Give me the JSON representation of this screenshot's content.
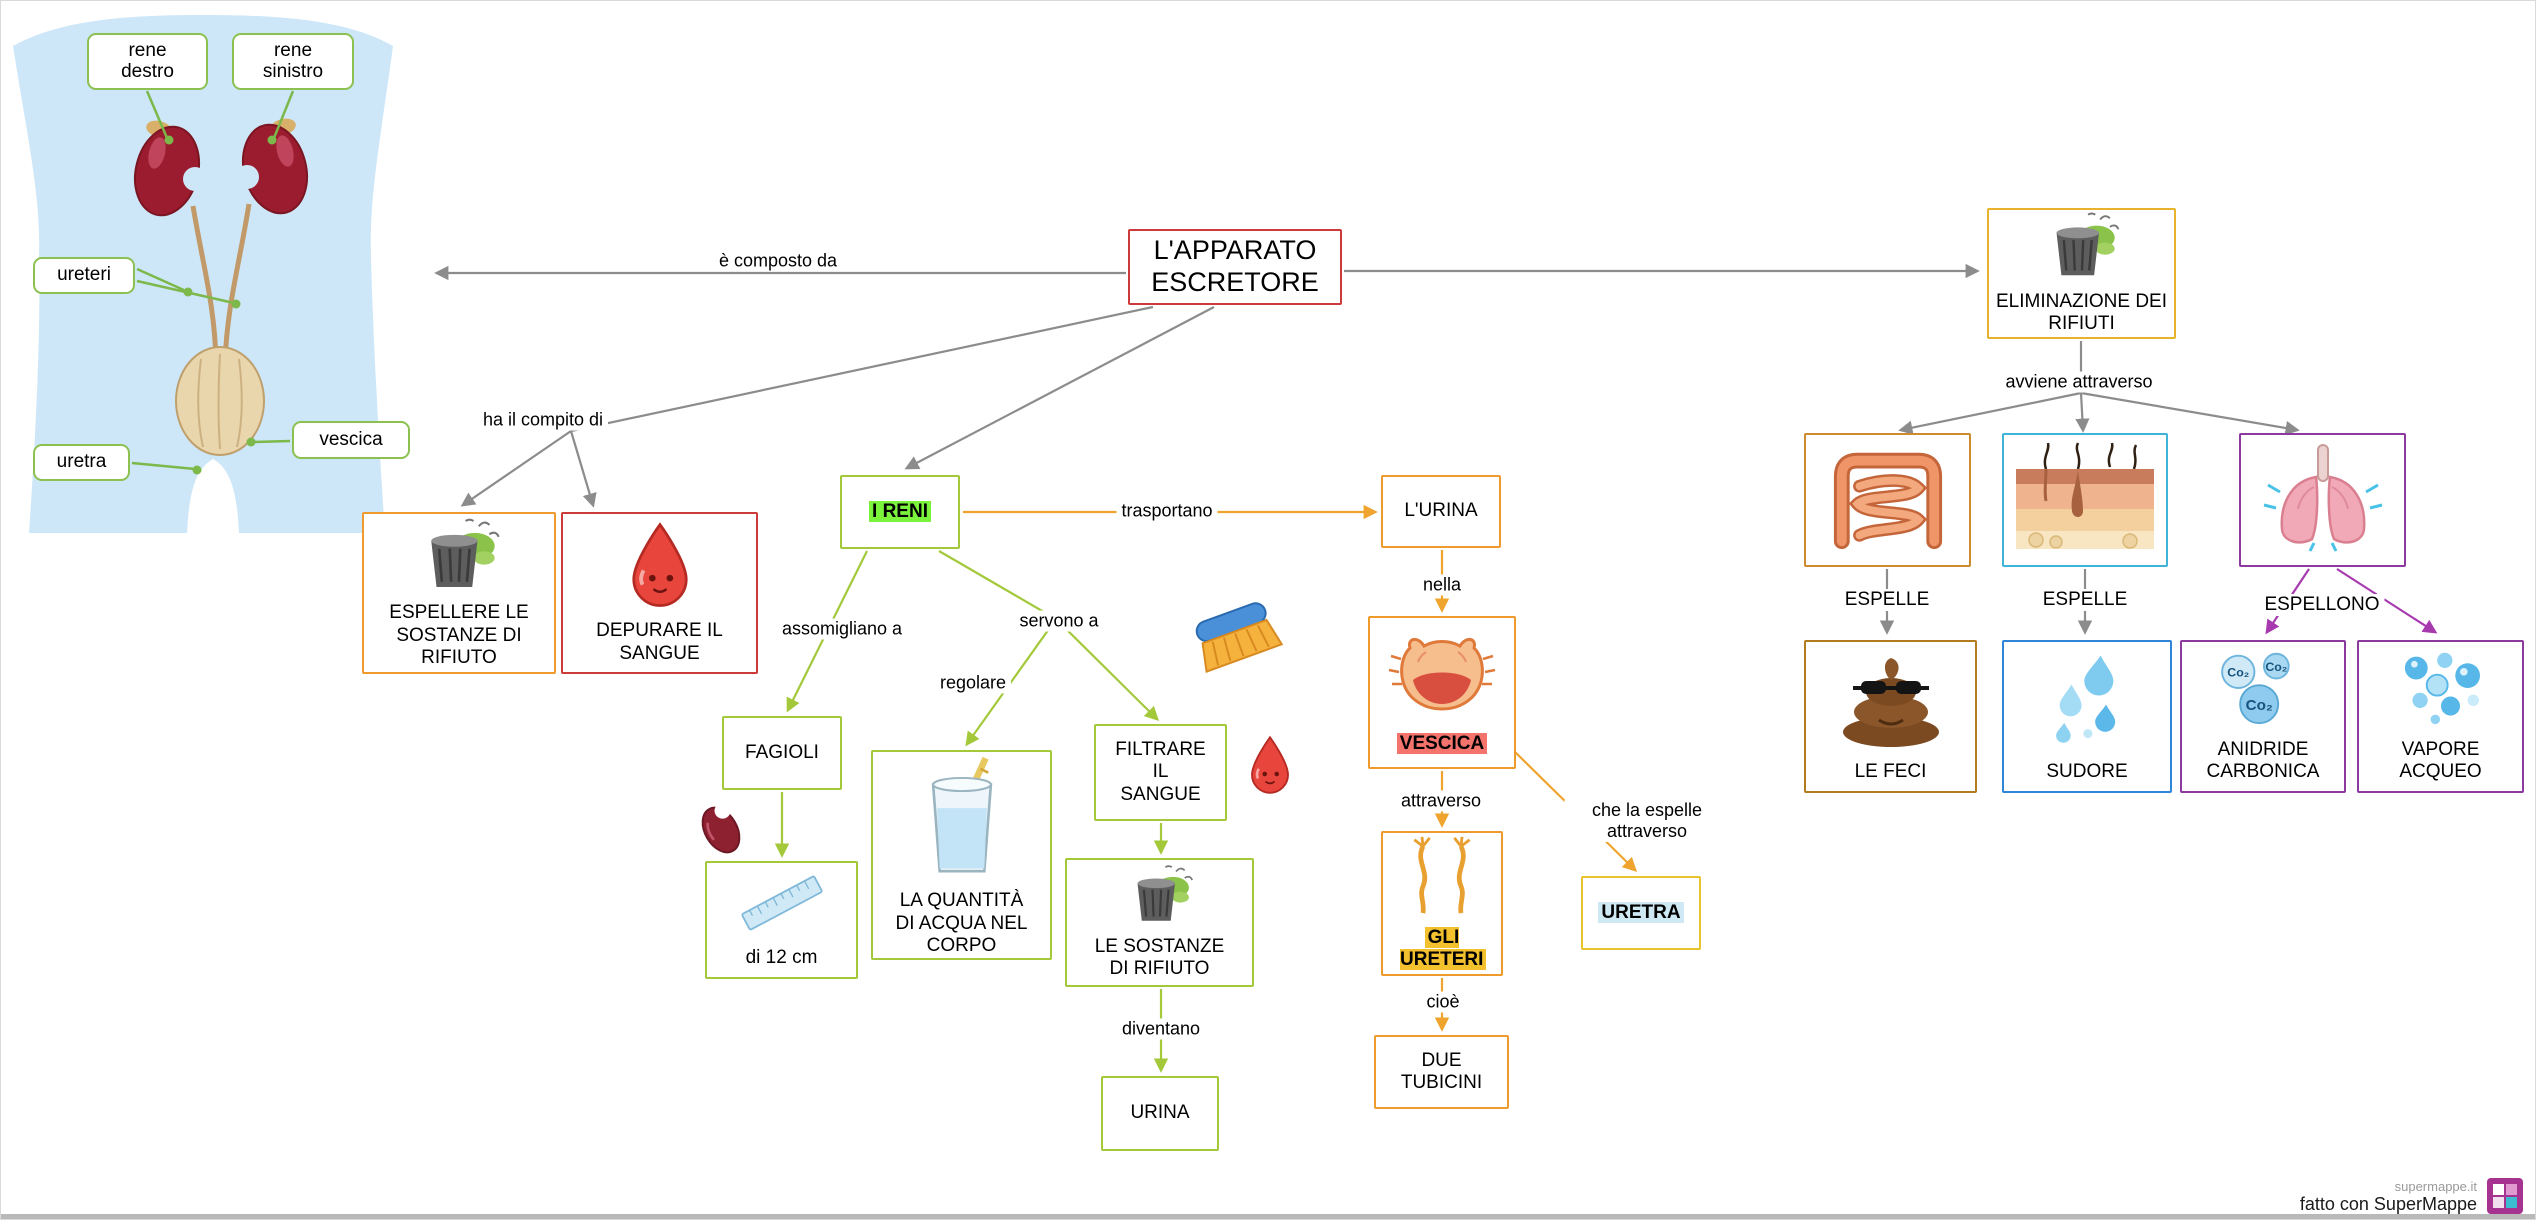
{
  "map": {
    "title": "L'APPARATO ESCRETORE"
  },
  "anatomy_labels": {
    "rene_destro": "rene destro",
    "rene_sinistro": "rene sinistro",
    "ureteri": "ureteri",
    "uretra": "uretra",
    "vescica": "vescica"
  },
  "nodes": {
    "main": "L'APPARATO ESCRETORE",
    "eliminazione": "ELIMINAZIONE DEI RIFIUTI",
    "espellere": "ESPELLERE LE SOSTANZE DI RIFIUTO",
    "depurare": "DEPURARE IL SANGUE",
    "reni": "I RENI",
    "lurina": "L'URINA",
    "vescica": "VESCICA",
    "gli_ureteri": "GLI URETERI",
    "uretra": "URETRA",
    "due_tubicini": "DUE TUBICINI",
    "fagioli": "FAGIOLI",
    "di_12_cm": "di 12 cm",
    "quantita_acqua": "LA QUANTITÀ DI ACQUA NEL CORPO",
    "filtrare": "FILTRARE IL SANGUE",
    "sostanze_rifiuto": "LE SOSTANZE DI RIFIUTO",
    "urina": "URINA",
    "le_feci": "LE FECI",
    "sudore": "SUDORE",
    "anidride_carbonica": "ANIDRIDE CARBONICA",
    "vapore_acqueo": "VAPORE ACQUEO"
  },
  "edge_labels": {
    "composto": "è composto da",
    "compito": "ha il compito di",
    "trasportano": "trasportano",
    "nella": "nella",
    "attraverso": "attraverso",
    "espelle_attraverso": "che la espelle attraverso",
    "cioe": "cioè",
    "assomigliano": "assomigliano a",
    "servono": "servono a",
    "regolare": "regolare",
    "diventano": "diventano",
    "avviene": "avviene attraverso",
    "espelle_1": "ESPELLE",
    "espelle_2": "ESPELLE",
    "espellono": "ESPELLONO"
  },
  "icons": {
    "co2": "Co₂"
  },
  "footer": {
    "site": "supermappe.it",
    "credit": "fatto con SuperMappe"
  },
  "colors": {
    "node_red": "#cc3a3a",
    "node_orange": "#ef9a2c",
    "node_gold": "#e7b32d",
    "node_yellow": "#e8c32e",
    "node_green": "#a3c93a",
    "node_brown_orange": "#cf8a2f",
    "node_brown": "#b27c1e",
    "node_teal": "#3fb4d8",
    "node_blue": "#2f86d8",
    "node_purple": "#8c3a9e",
    "arrow_gray": "#8c8c8c",
    "arrow_orange": "#efa42e",
    "arrow_green": "#a3c93a",
    "arrow_purple": "#a83ab0",
    "anatomy_green": "#7cb84a",
    "highlight_green": "#7bf23c",
    "highlight_red": "#f4736d",
    "highlight_yellow": "#f2c12d",
    "highlight_blue": "#cfe9f4",
    "body_fill": "#cde7f8"
  }
}
